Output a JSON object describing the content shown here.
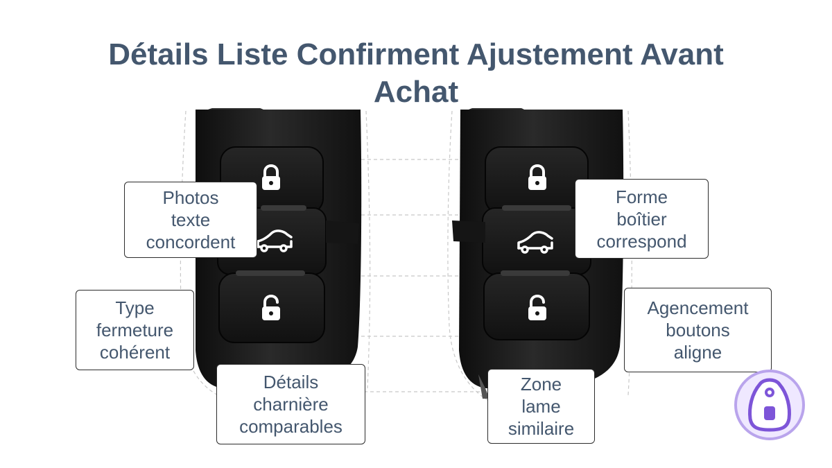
{
  "title": {
    "line1": "Détails Liste Confirment Ajustement Avant",
    "line2": "Achat"
  },
  "callouts": {
    "photos": {
      "line1": "Photos",
      "line2": "texte",
      "line3": "concordent"
    },
    "type": {
      "line1": "Type",
      "line2": "fermeture",
      "line3": "cohérent"
    },
    "details": {
      "line1": "Détails",
      "line2": "charnière",
      "line3": "comparables"
    },
    "forme": {
      "line1": "Forme",
      "line2": "boîtier",
      "line3": "correspond"
    },
    "agencement": {
      "line1": "Agencement",
      "line2": "boutons",
      "line3": "aligne"
    },
    "zone": {
      "line1": "Zone",
      "line2": "lame",
      "line3": "similaire"
    }
  },
  "icons": {
    "key_top": "lock-icon",
    "key_middle": "car-trunk-icon",
    "key_bottom": "unlock-icon",
    "badge": "key-fob-badge-icon"
  },
  "colors": {
    "title": "#44576e",
    "callout_text": "#44576e",
    "key_body": "#1c1c1c",
    "button_face": "#161616",
    "badge_ring": "#b9a4ec",
    "badge_fill": "#7d55d8"
  }
}
